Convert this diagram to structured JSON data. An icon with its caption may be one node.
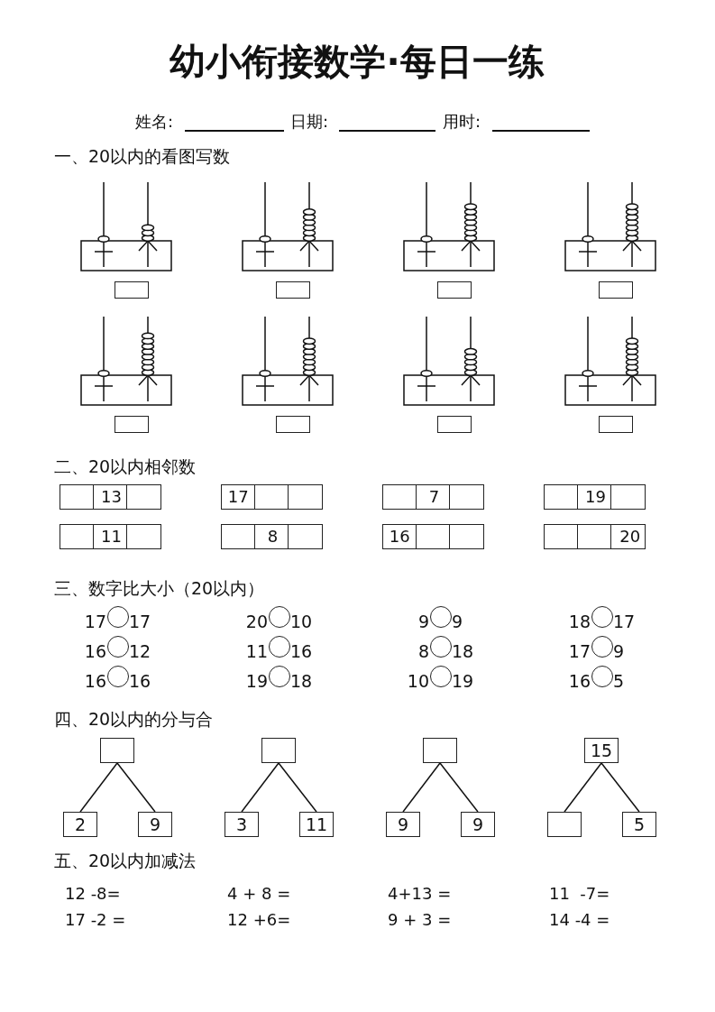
{
  "diagram": {
    "title": "幼小衔接数学·每日一练",
    "nodes": [
      {
        "text": [],
        "shape": "box"
      },
      {
        "text": [
          "2"
        ]
      },
      {
        "text": [
          "9"
        ]
      },
      {
        "text": [],
        "shape": "box"
      },
      {
        "text": [
          "3"
        ]
      },
      {
        "text": [
          "11"
        ]
      },
      {
        "text": [],
        "shape": "box"
      },
      {
        "text": [
          "9"
        ]
      },
      {
        "text": [
          "9"
        ]
      },
      {
        "text": [
          "15"
        ]
      },
      {
        "text": [],
        "shape": "box"
      },
      {
        "text": [
          "5"
        ]
      }
    ],
    "edges": [
      {
        "from": 0,
        "to": 1,
        "arrow": "none"
      },
      {
        "from": 0,
        "to": 2,
        "arrow": "none"
      },
      {
        "from": 3,
        "to": 4,
        "arrow": "none"
      },
      {
        "from": 3,
        "to": 5,
        "arrow": "none"
      },
      {
        "from": 6,
        "to": 7,
        "arrow": "none"
      },
      {
        "from": 6,
        "to": 8,
        "arrow": "none"
      },
      {
        "from": 9,
        "to": 10,
        "arrow": "none"
      },
      {
        "from": 9,
        "to": 11,
        "arrow": "none"
      }
    ],
    "labels": [
      "姓名:",
      "日期:",
      "用时:",
      "一、20以内的看图写数",
      "二、20以内相邻数",
      "13",
      "17",
      "7",
      "19",
      "11",
      "8",
      "16",
      "20",
      "三、数字比大小（20以内）",
      "17",
      "17",
      "20",
      "10",
      "9",
      "9",
      "18",
      "17",
      "16",
      "12",
      "11",
      "16",
      "8",
      "18",
      "17",
      "9",
      "16",
      "16",
      "19",
      "18",
      "10",
      "19",
      "16",
      "5",
      "四、20以内的分与合",
      "五、20以内加减法",
      "12 -8=",
      "4 + 8 =",
      "4+13 =",
      "11  -7=",
      "17 -2 =",
      "12 +6=",
      "9 + 3 =",
      "14 -4 ="
    ]
  }
}
